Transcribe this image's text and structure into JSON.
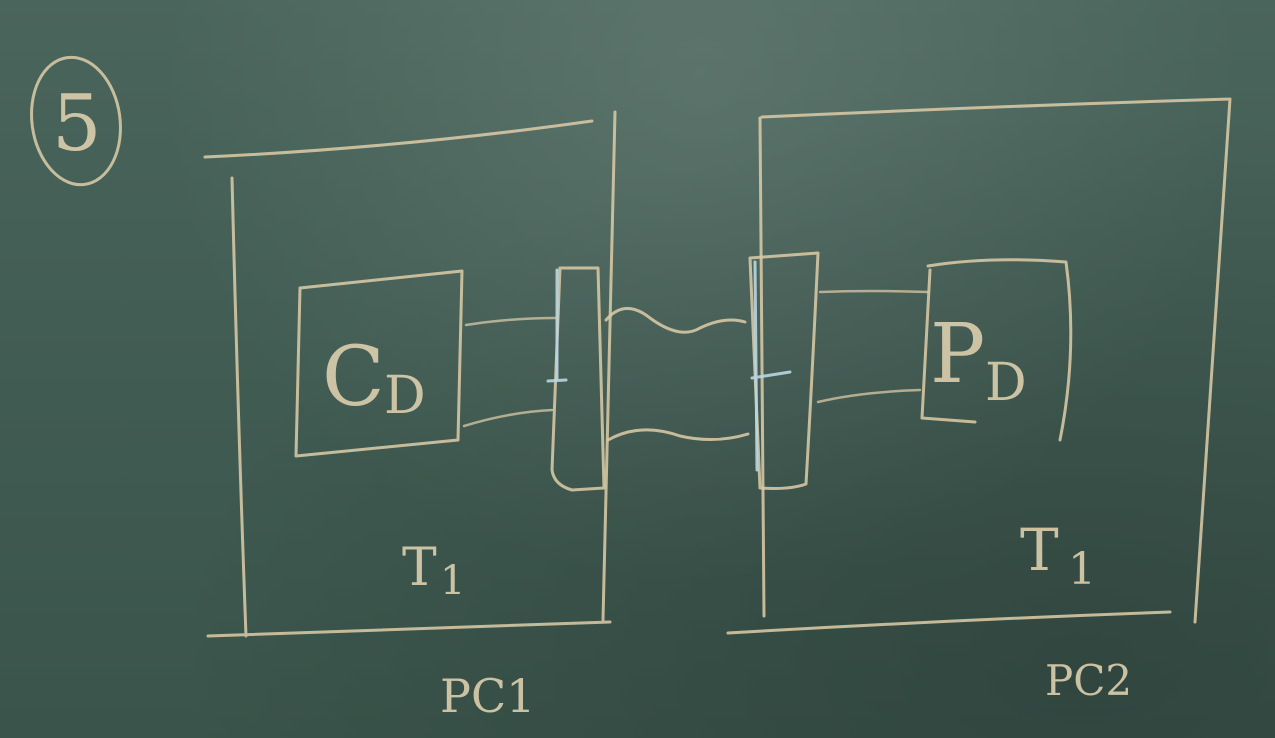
{
  "step_number": "5",
  "left_machine": {
    "component": "C",
    "component_subscript": "D",
    "thread_label": "T",
    "thread_subscript": "1",
    "machine_label": "PC1"
  },
  "right_machine": {
    "component": "P",
    "component_subscript": "D",
    "thread_label": "T",
    "thread_subscript": "1",
    "machine_label": "PC2"
  },
  "colors": {
    "board": "#405b52",
    "chalk": "#d8c9a6",
    "chalk_blue": "#b9d6e3"
  }
}
